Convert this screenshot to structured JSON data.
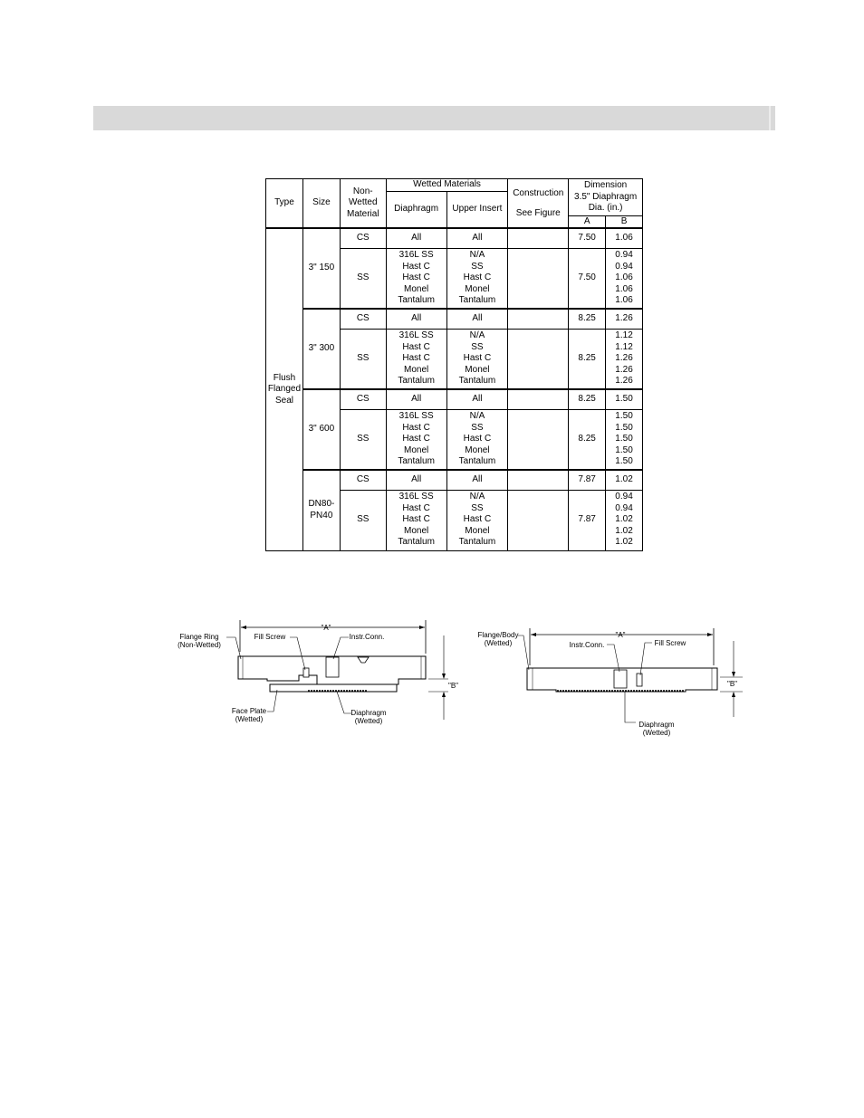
{
  "table": {
    "headers": {
      "type": "Type",
      "size": "Size",
      "non_wetted": [
        "Non-",
        "Wetted",
        "Material"
      ],
      "wetted_materials": "Wetted Materials",
      "diaphragm": "Diaphragm",
      "upper_insert": "Upper Insert",
      "construction": "Construction",
      "see_figure": "See Figure",
      "dimension": [
        "Dimension",
        "3.5\" Diaphragm",
        "Dia. (in.)"
      ],
      "col_a": "A",
      "col_b": "B"
    },
    "type_label": [
      "Flush",
      "Flanged",
      "Seal"
    ],
    "groups": [
      {
        "size": [
          "3\" 150"
        ],
        "cs": {
          "material": "CS",
          "diaphragm": "All",
          "upper": "All",
          "a": "7.50",
          "b": "1.06"
        },
        "ss": {
          "material": "SS",
          "diaphragm": [
            "316L SS",
            "Hast C",
            "Hast C",
            "Monel",
            "Tantalum"
          ],
          "upper": [
            "N/A",
            "SS",
            "Hast C",
            "Monel",
            "Tantalum"
          ],
          "a": "7.50",
          "b": [
            "0.94",
            "0.94",
            "1.06",
            "1.06",
            "1.06"
          ]
        }
      },
      {
        "size": [
          "3\" 300"
        ],
        "cs": {
          "material": "CS",
          "diaphragm": "All",
          "upper": "All",
          "a": "8.25",
          "b": "1.26"
        },
        "ss": {
          "material": "SS",
          "diaphragm": [
            "316L SS",
            "Hast C",
            "Hast C",
            "Monel",
            "Tantalum"
          ],
          "upper": [
            "N/A",
            "SS",
            "Hast C",
            "Monel",
            "Tantalum"
          ],
          "a": "8.25",
          "b": [
            "1.12",
            "1.12",
            "1.26",
            "1.26",
            "1.26"
          ]
        }
      },
      {
        "size": [
          "3\" 600"
        ],
        "cs": {
          "material": "CS",
          "diaphragm": "All",
          "upper": "All",
          "a": "8.25",
          "b": "1.50"
        },
        "ss": {
          "material": "SS",
          "diaphragm": [
            "316L SS",
            "Hast C",
            "Hast C",
            "Monel",
            "Tantalum"
          ],
          "upper": [
            "N/A",
            "SS",
            "Hast C",
            "Monel",
            "Tantalum"
          ],
          "a": "8.25",
          "b": [
            "1.50",
            "1.50",
            "1.50",
            "1.50",
            "1.50"
          ]
        }
      },
      {
        "size": [
          "DN80-",
          "PN40"
        ],
        "cs": {
          "material": "CS",
          "diaphragm": "All",
          "upper": "All",
          "a": "7.87",
          "b": "1.02"
        },
        "ss": {
          "material": "SS",
          "diaphragm": [
            "316L SS",
            "Hast C",
            "Hast C",
            "Monel",
            "Tantalum"
          ],
          "upper": [
            "N/A",
            "SS",
            "Hast C",
            "Monel",
            "Tantalum"
          ],
          "a": "7.87",
          "b": [
            "0.94",
            "0.94",
            "1.02",
            "1.02",
            "1.02"
          ]
        }
      }
    ]
  },
  "figure_left": {
    "dim_a": "\"A\"",
    "dim_b": "\"B\"",
    "flange_ring": [
      "Flange Ring",
      "(Non-Wetted)"
    ],
    "fill_screw": "Fill Screw",
    "instr_conn": "Instr.Conn.",
    "face_plate": [
      "Face Plate",
      "(Wetted)"
    ],
    "diaphragm": [
      "Diaphragm",
      "(Wetted)"
    ]
  },
  "figure_right": {
    "dim_a": "\"A\"",
    "dim_b": "\"B\"",
    "flange_body": [
      "Flange/Body",
      "(Wetted)"
    ],
    "instr_conn": "Instr.Conn.",
    "fill_screw": "Fill Screw",
    "diaphragm": [
      "Diaphragm",
      "(Wetted)"
    ]
  }
}
